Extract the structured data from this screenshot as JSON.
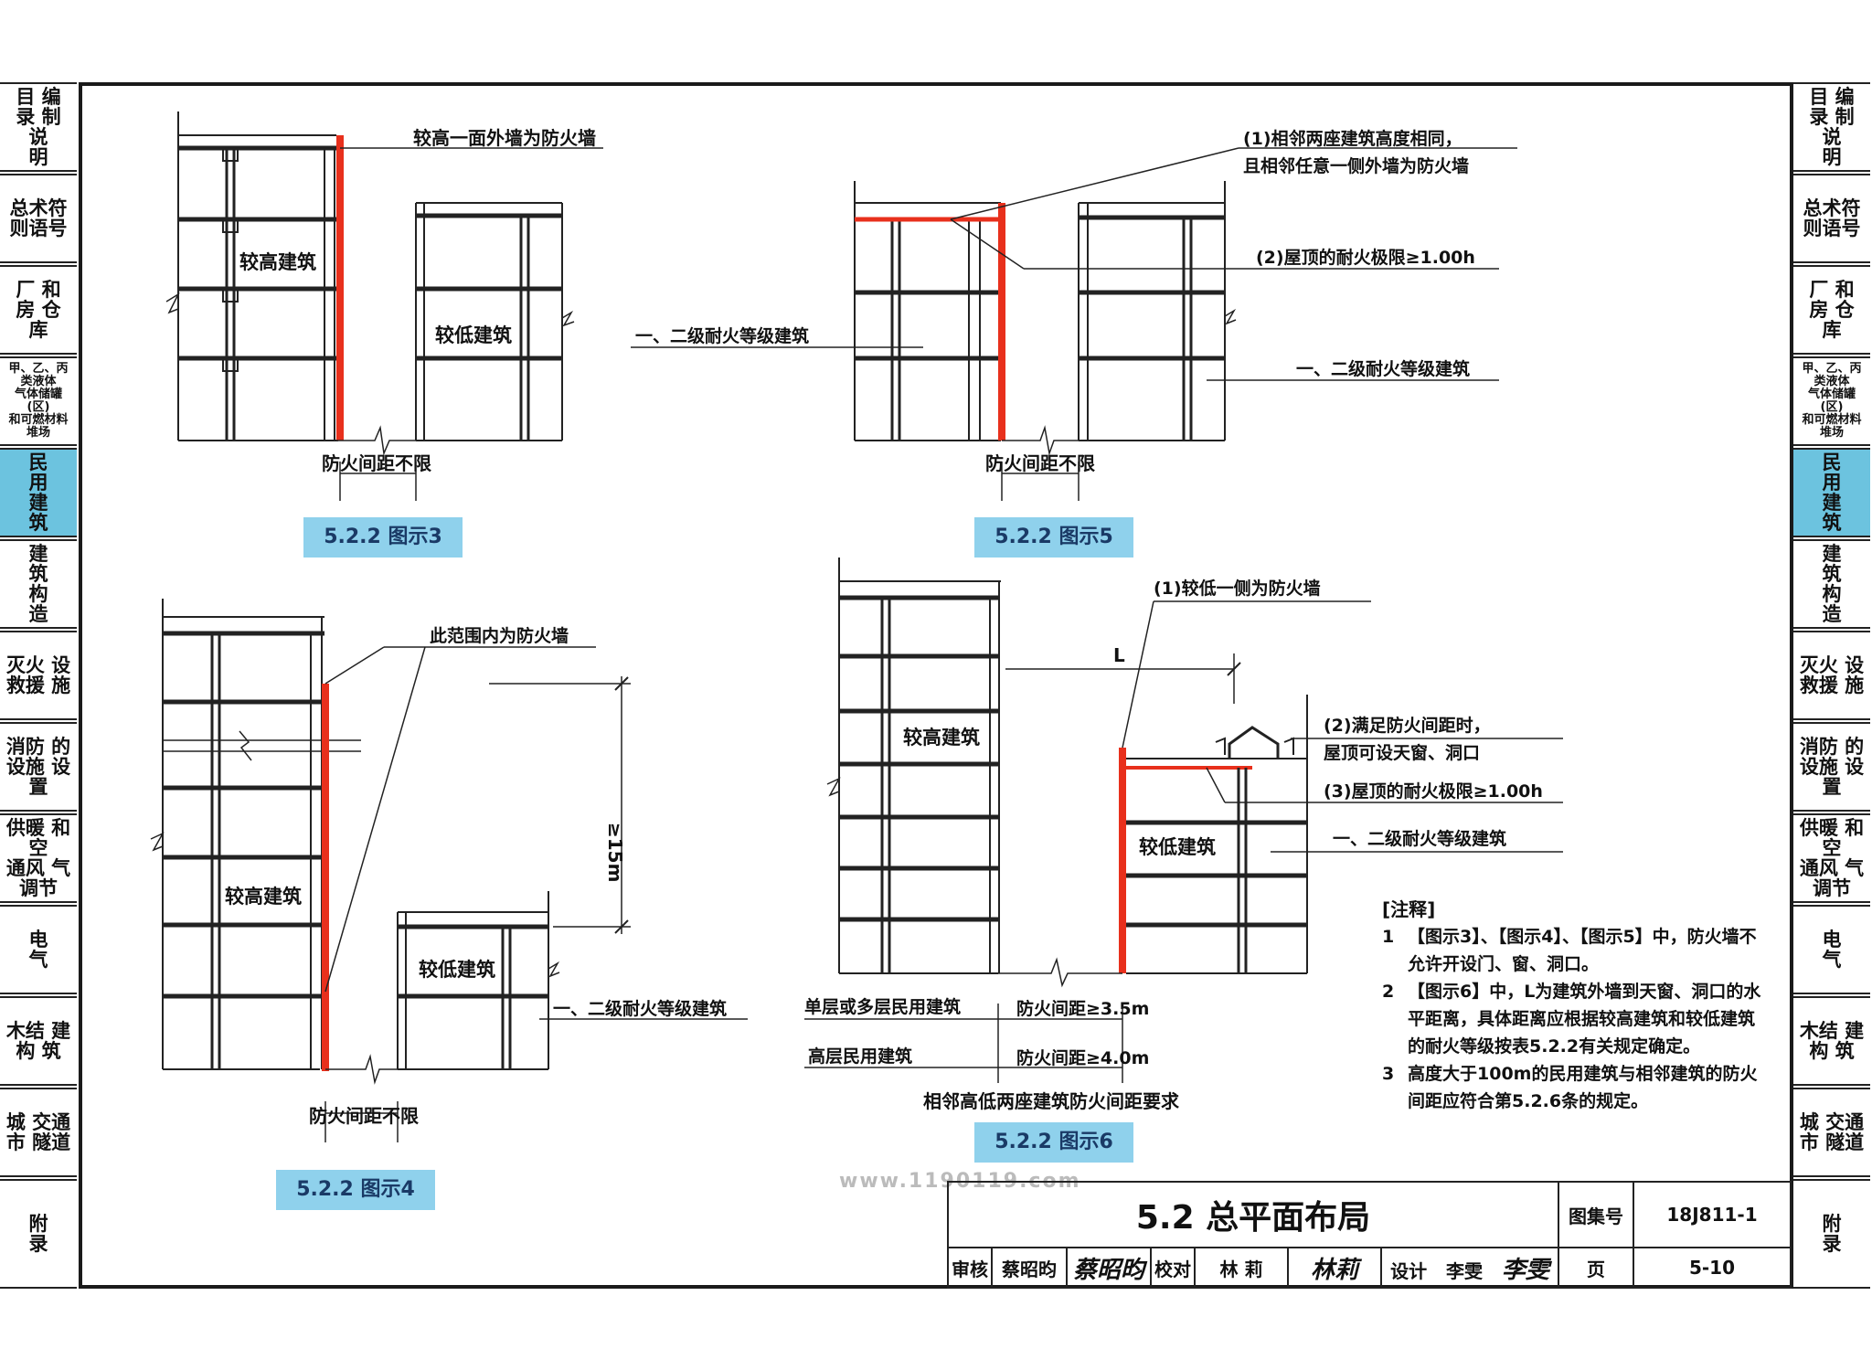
{
  "sidebar": {
    "tabs": [
      {
        "label": "目 编\n录 制\n  说\n  明",
        "active": false
      },
      {
        "label": "总术符\n则语号",
        "active": false
      },
      {
        "label": "厂 和\n房 仓\n  库",
        "active": false
      },
      {
        "label": "甲、乙、丙类液体\n气体储罐(区)\n和可燃材料堆场",
        "active": false
      },
      {
        "label": "民\n用\n建\n筑",
        "active": true
      },
      {
        "label": "建\n筑\n构\n造",
        "active": false
      },
      {
        "label": "灭火 设\n救援 施",
        "active": false
      },
      {
        "label": "消防 的\n设施 设置",
        "active": false
      },
      {
        "label": "供暖 和空\n通风 气调节",
        "active": false
      },
      {
        "label": "电\n气",
        "active": false
      },
      {
        "label": "木结 建\n构  筑",
        "active": false
      },
      {
        "label": "城 交通\n市 隧道",
        "active": false
      },
      {
        "label": "附\n录",
        "active": false
      }
    ]
  },
  "figures": {
    "fig3": {
      "caption": "5.2.2 图示3",
      "wall_note": "较高一面外墙为防火墙",
      "higher": "较高建筑",
      "lower": "较低建筑",
      "distance": "防火间距不限"
    },
    "fig5": {
      "caption": "5.2.2 图示5",
      "note1a": "(1)相邻两座建筑高度相同，",
      "note1b": "且相邻任意一侧外墙为防火墙",
      "note2": "(2)屋顶的耐火极限≥1.00h",
      "left_grade": "一、二级耐火等级建筑",
      "right_grade": "一、二级耐火等级建筑",
      "distance": "防火间距不限"
    },
    "fig4": {
      "caption": "5.2.2 图示4",
      "wall_note": "此范围内为防火墙",
      "height": "≥15m",
      "higher": "较高建筑",
      "lower": "较低建筑",
      "grade": "一、二级耐火等级建筑",
      "distance": "防火间距不限"
    },
    "fig6": {
      "caption": "5.2.2 图示6",
      "note1": "(1)较低一侧为防火墙",
      "L": "L",
      "note2a": "(2)满足防火间距时，",
      "note2b": "屋顶可设天窗、洞口",
      "note3": "(3)屋顶的耐火极限≥1.00h",
      "grade": "一、二级耐火等级建筑",
      "higher": "较高建筑",
      "lower": "较低建筑",
      "row1_label": "单层或多层民用建筑",
      "row1_value": "防火间距≥3.5m",
      "row2_label": "高层民用建筑",
      "row2_value": "防火间距≥4.0m",
      "subtitle": "相邻高低两座建筑防火间距要求"
    }
  },
  "notes": {
    "title": "[注释]",
    "items": [
      {
        "num": "1",
        "text": "【图示3】、【图示4】、【图示5】中，防火墙不允许开设门、窗、洞口。"
      },
      {
        "num": "2",
        "text": "【图示6】中，L为建筑外墙到天窗、洞口的水平距离，具体距离应根据较高建筑和较低建筑的耐火等级按表5.2.2有关规定确定。"
      },
      {
        "num": "3",
        "text": "高度大于100m的民用建筑与相邻建筑的防火间距应符合第5.2.6条的规定。"
      }
    ]
  },
  "watermark": "www.1190119.com",
  "titleblock": {
    "title": "5.2 总平面布局",
    "atlas_label": "图集号",
    "atlas_no": "18J811-1",
    "review_label": "审核",
    "reviewer": "蔡昭昀",
    "reviewer_sig": "蔡昭昀",
    "check_label": "校对",
    "checker": "林 莉",
    "checker_sig": "林莉",
    "design_label": "设计",
    "designer": "李雯",
    "designer_sig": "李雯",
    "page_label": "页",
    "page_no": "5-10"
  },
  "colors": {
    "fire_wall": "#e8301c",
    "caption_bg": "#8fd1ec",
    "active_tab": "#6cc3df"
  }
}
